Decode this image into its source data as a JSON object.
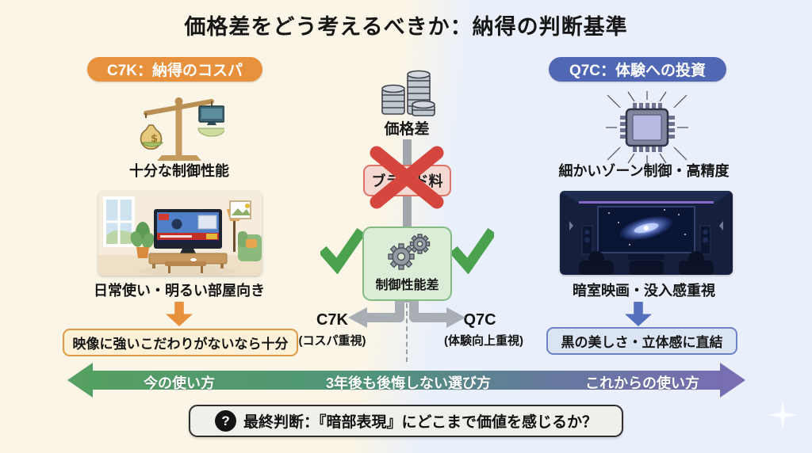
{
  "title": "価格差をどう考えるべきか：納得の判断基準",
  "left": {
    "badge": "C7K：納得のコスパ",
    "icon_caption": "十分な制御性能",
    "image_caption": "日常使い・明るい部屋向き",
    "conclusion": "映像に強いこだわりがないなら十分"
  },
  "center": {
    "coins_label": "価格差",
    "rejected_label": "ブランド料",
    "accepted_label": "制御性能差",
    "left_choice": {
      "name": "C7K",
      "sub": "(コスパ重視)"
    },
    "right_choice": {
      "name": "Q7C",
      "sub": "(体験向上重視)"
    }
  },
  "right": {
    "badge": "Q7C：体験への投資",
    "icon_caption": "細かいゾーン制御・高精度",
    "image_caption": "暗室映画・没入感重視",
    "conclusion": "黒の美しさ・立体感に直結"
  },
  "axis": {
    "left_label": "今の使い方",
    "center_label": "3年後も後悔しない選び方",
    "right_label": "これからの使い方"
  },
  "footer": {
    "question_mark": "?",
    "text": "最終判断：『暗部表現』にどこまで価値を感じるか？"
  },
  "colors": {
    "background_left": "#faf5e6",
    "background_right": "#e9effb",
    "accent_orange": "#e8913c",
    "accent_blue": "#5068b4",
    "accent_green": "#4aa24e",
    "accent_red": "#d5463e",
    "axis_gradient_start": "#55a061",
    "axis_gradient_end": "#7a6db4"
  }
}
